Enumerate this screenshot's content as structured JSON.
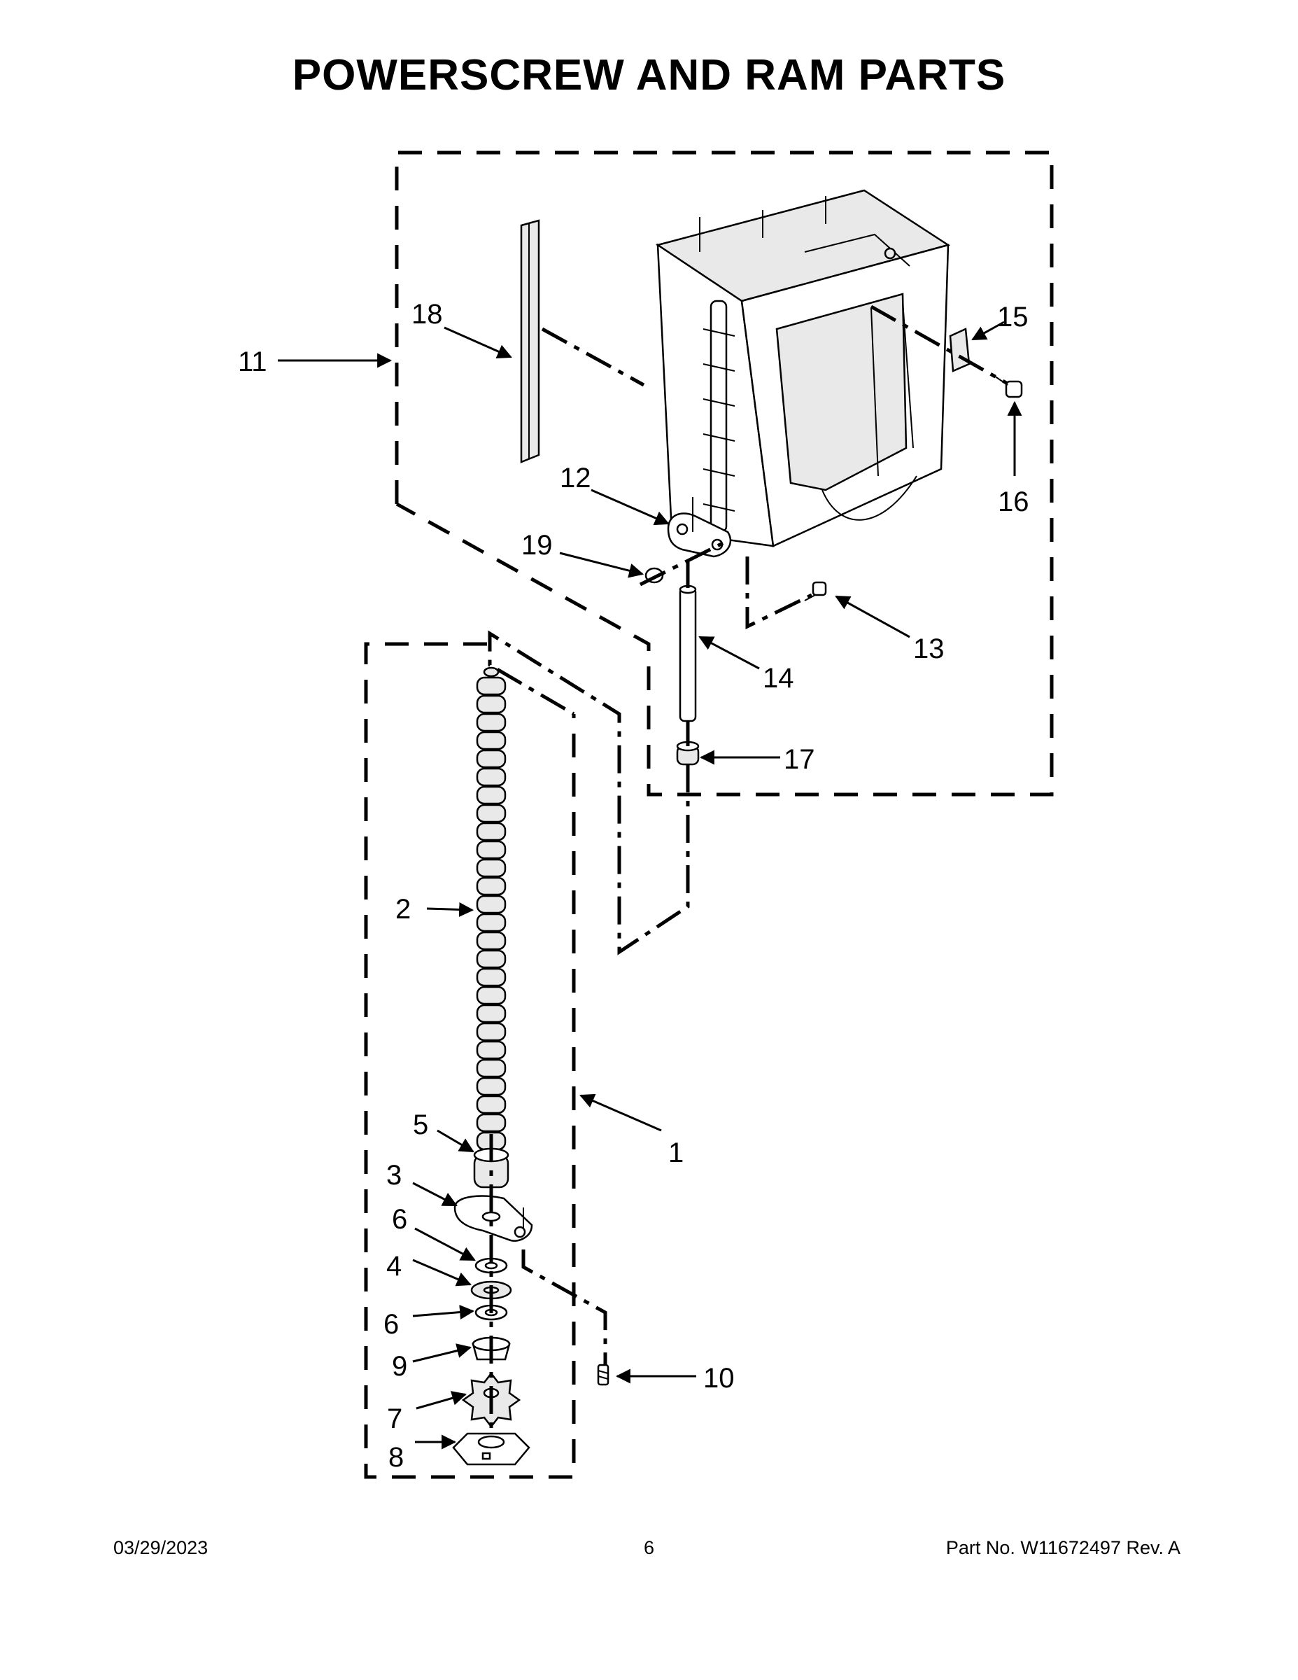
{
  "title": "POWERSCREW AND RAM PARTS",
  "callouts": [
    {
      "id": "1",
      "label": "1"
    },
    {
      "id": "2",
      "label": "2"
    },
    {
      "id": "3",
      "label": "3"
    },
    {
      "id": "4",
      "label": "4"
    },
    {
      "id": "5",
      "label": "5"
    },
    {
      "id": "6a",
      "label": "6"
    },
    {
      "id": "6b",
      "label": "6"
    },
    {
      "id": "7",
      "label": "7"
    },
    {
      "id": "8",
      "label": "8"
    },
    {
      "id": "9",
      "label": "9"
    },
    {
      "id": "10",
      "label": "10"
    },
    {
      "id": "11",
      "label": "11"
    },
    {
      "id": "12",
      "label": "12"
    },
    {
      "id": "13",
      "label": "13"
    },
    {
      "id": "14",
      "label": "14"
    },
    {
      "id": "15",
      "label": "15"
    },
    {
      "id": "16",
      "label": "16"
    },
    {
      "id": "17",
      "label": "17"
    },
    {
      "id": "18",
      "label": "18"
    },
    {
      "id": "19",
      "label": "19"
    }
  ],
  "footer": {
    "date": "03/29/2023",
    "page": "6",
    "part_no": "Part No.  W11672497   Rev.  A"
  }
}
